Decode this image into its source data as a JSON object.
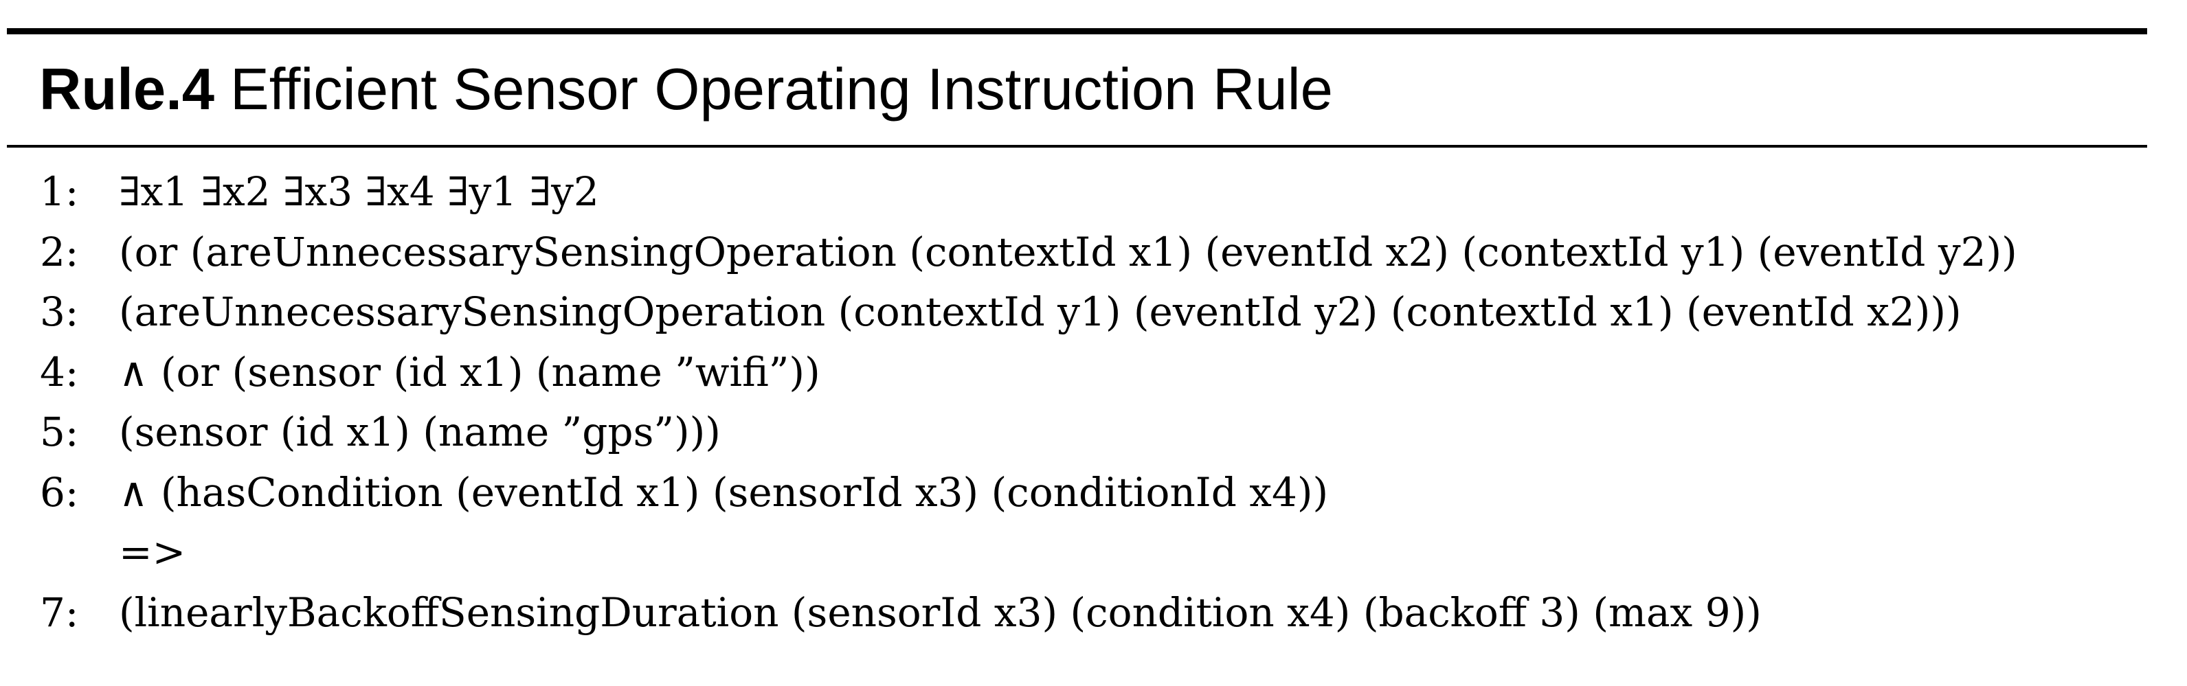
{
  "header": {
    "rule_label": "Rule.4",
    "title": "Efficient Sensor Operating Instruction Rule"
  },
  "algorithm": {
    "lines": [
      {
        "number": "1:",
        "text": "∃x1 ∃x2 ∃x3 ∃x4 ∃y1 ∃y2"
      },
      {
        "number": "2:",
        "text": "(or (areUnnecessarySensingOperation (contextId x1) (eventId x2) (contextId y1) (eventId y2))"
      },
      {
        "number": "3:",
        "text": "(areUnnecessarySensingOperation (contextId y1) (eventId y2) (contextId x1) (eventId x2)))"
      },
      {
        "number": "4:",
        "text": "∧ (or (sensor (id x1) (name ”wifi”))"
      },
      {
        "number": "5:",
        "text": "(sensor (id x1) (name ”gps”)))"
      },
      {
        "number": "6:",
        "text": "∧ (hasCondition (eventId x1) (sensorId x3) (conditionId x4))"
      },
      {
        "number": "",
        "text": "=>"
      },
      {
        "number": "7:",
        "text": "(linearlyBackoffSensingDuration (sensorId x3) (condition x4) (backoff 3) (max 9))"
      }
    ]
  },
  "colors": {
    "background": "#ffffff",
    "text": "#000000",
    "divider": "#000000"
  }
}
